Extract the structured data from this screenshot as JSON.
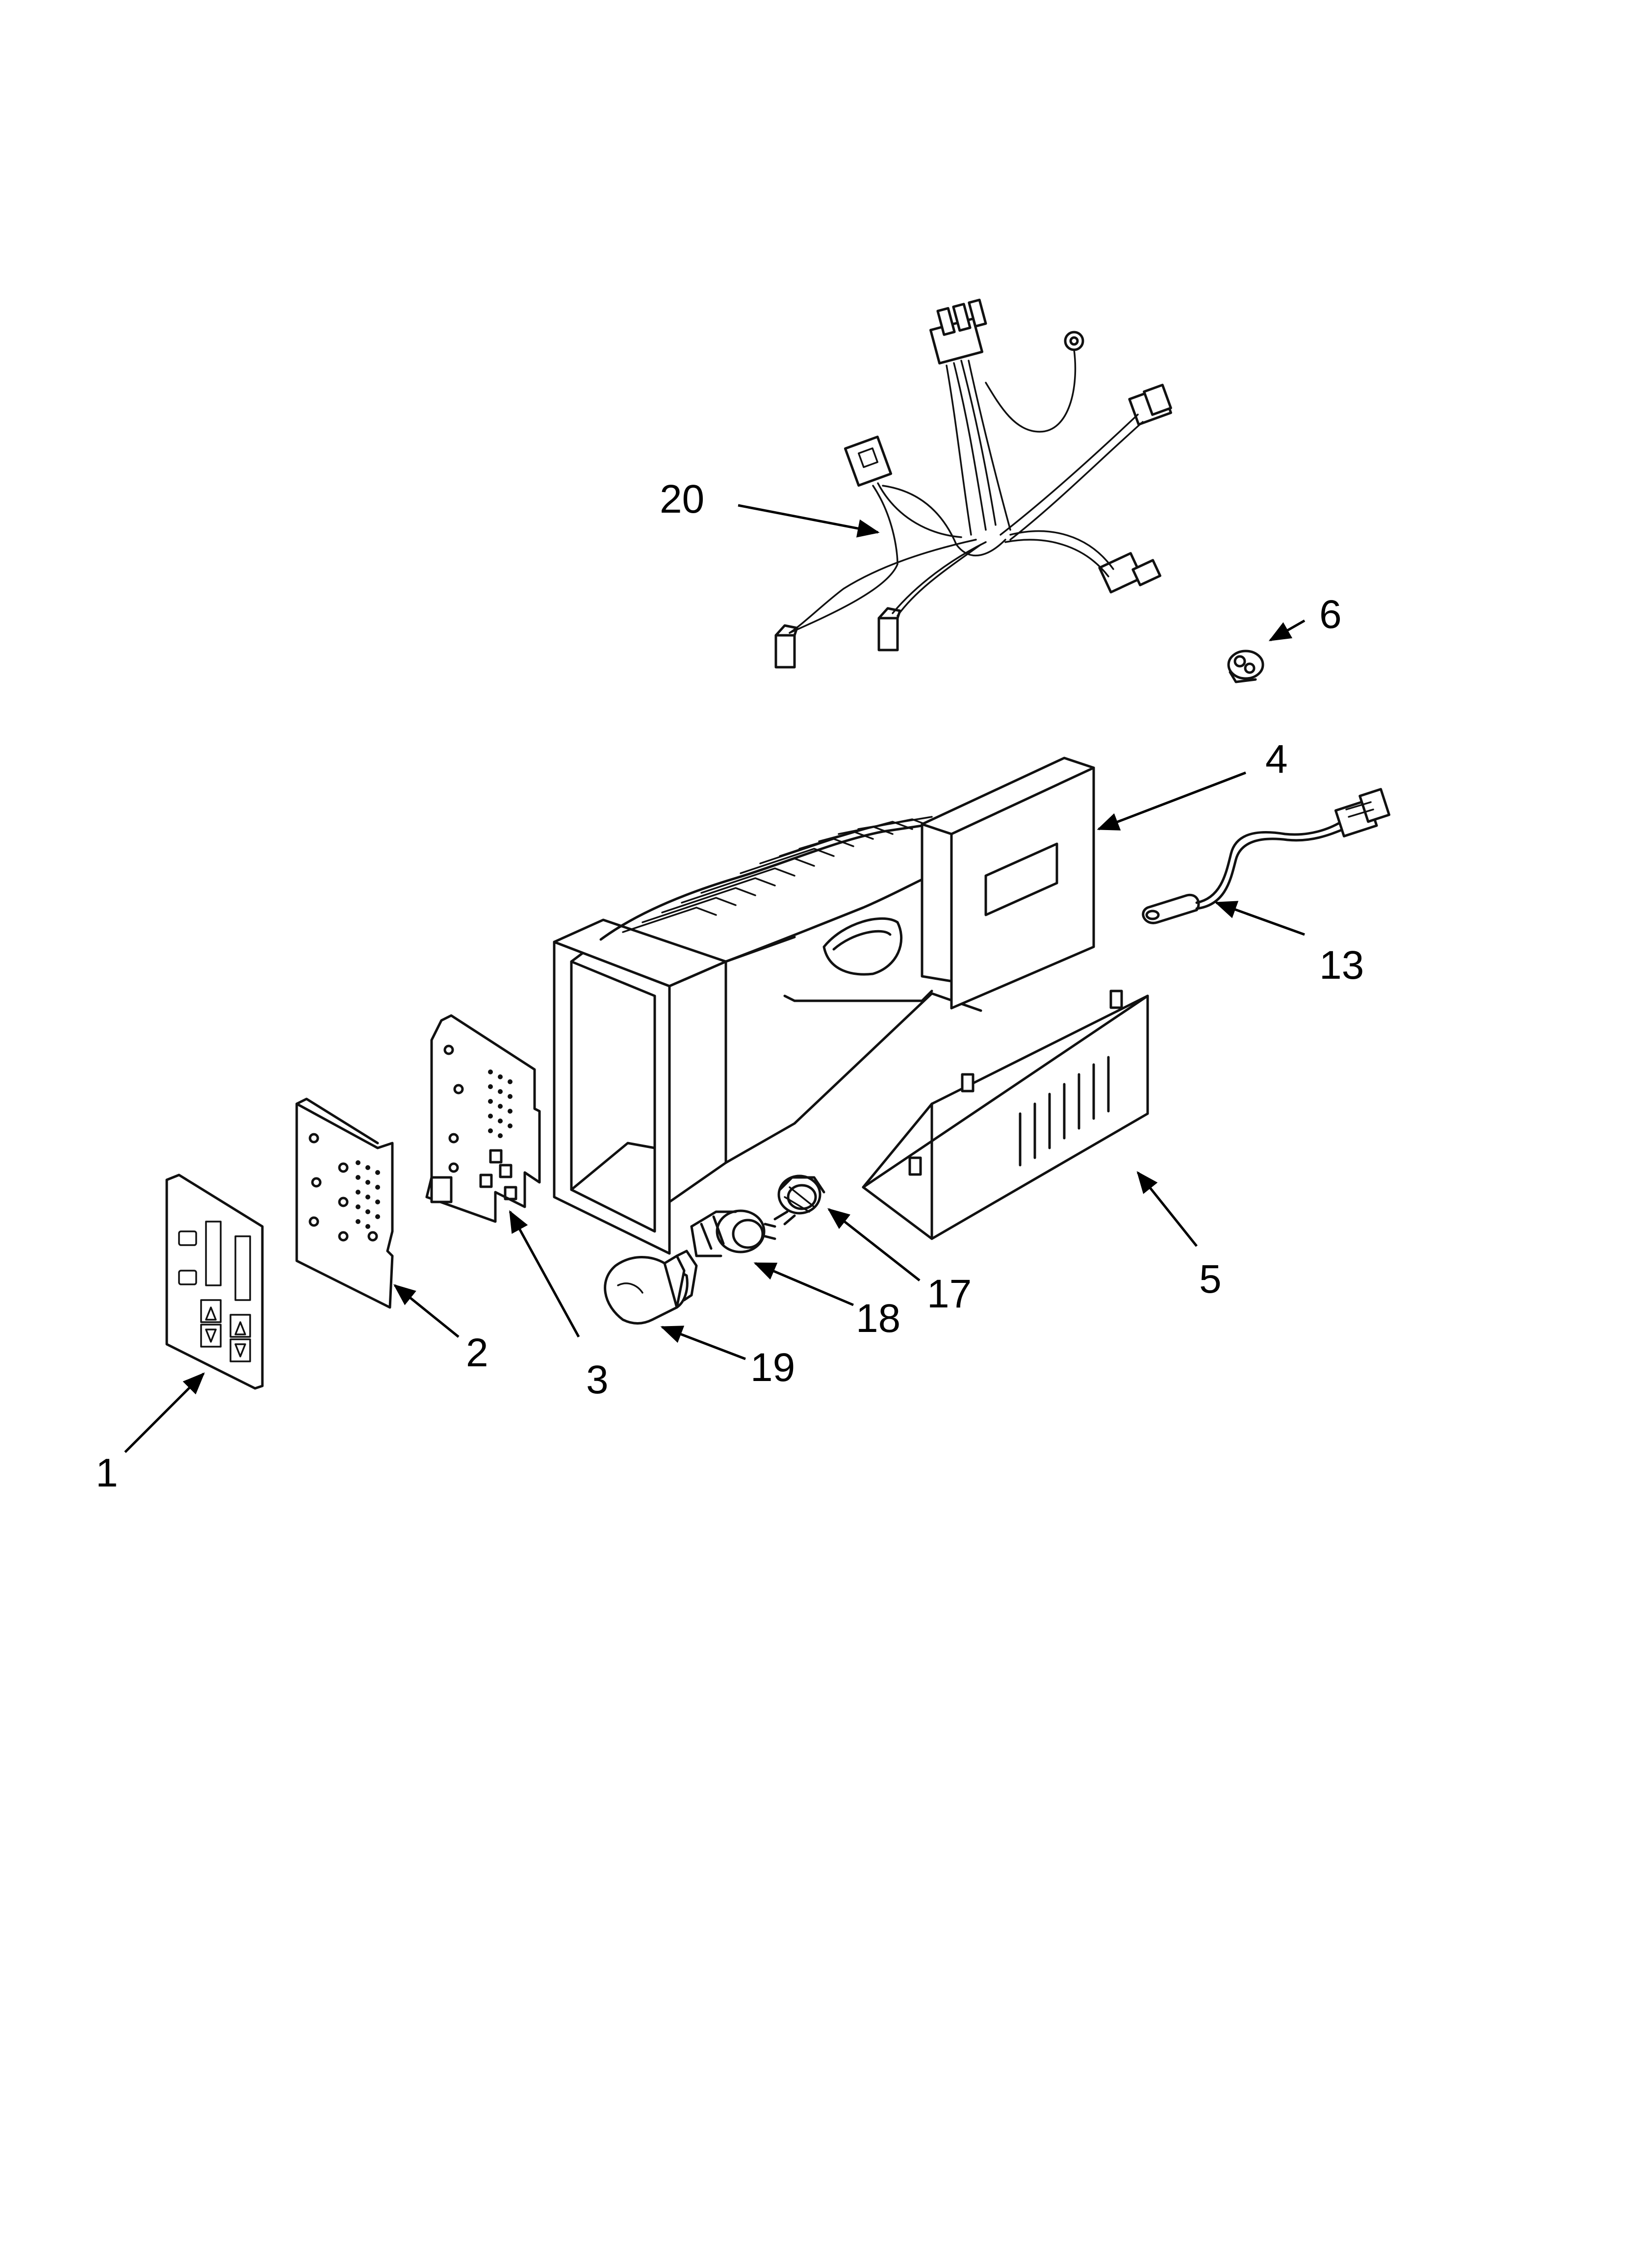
{
  "callouts": [
    {
      "id": "1",
      "label": "1"
    },
    {
      "id": "2",
      "label": "2"
    },
    {
      "id": "3",
      "label": "3"
    },
    {
      "id": "4",
      "label": "4"
    },
    {
      "id": "5",
      "label": "5"
    },
    {
      "id": "6",
      "label": "6"
    },
    {
      "id": "13",
      "label": "13"
    },
    {
      "id": "17",
      "label": "17"
    },
    {
      "id": "18",
      "label": "18"
    },
    {
      "id": "19",
      "label": "19"
    },
    {
      "id": "20",
      "label": "20"
    }
  ],
  "colors": {
    "line": "#111111",
    "background": "#ffffff"
  }
}
